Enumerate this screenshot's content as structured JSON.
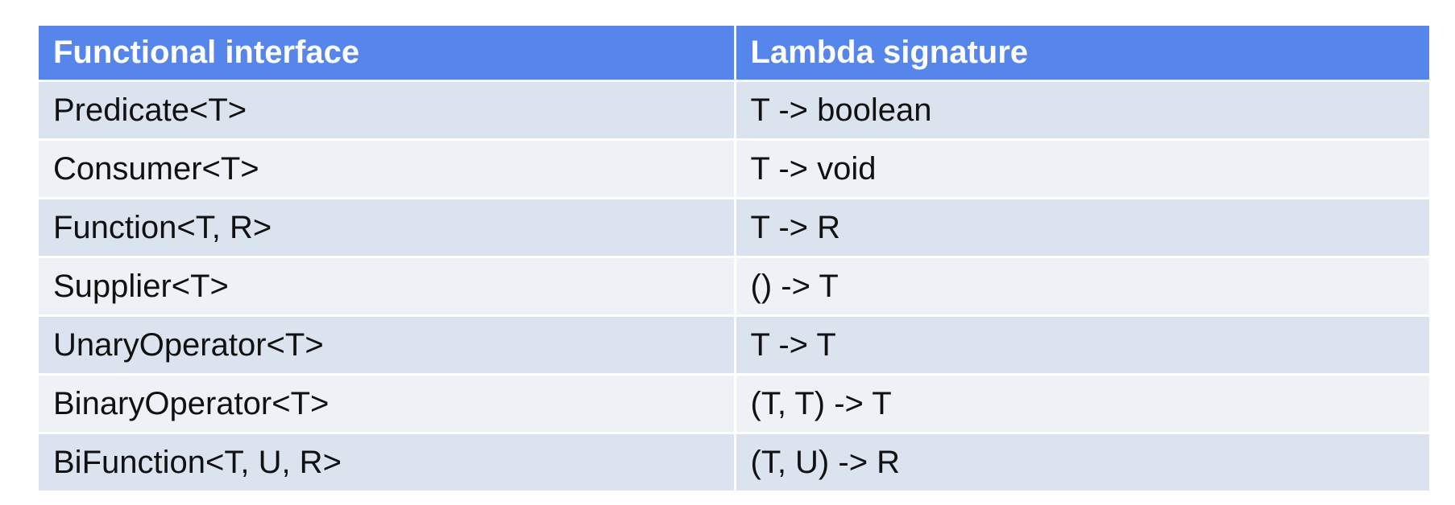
{
  "table": {
    "headers": [
      "Functional interface",
      "Lambda signature"
    ],
    "rows": [
      [
        "Predicate<T>",
        "T -> boolean"
      ],
      [
        "Consumer<T>",
        "T -> void"
      ],
      [
        "Function<T, R>",
        "T -> R"
      ],
      [
        "Supplier<T>",
        "() -> T"
      ],
      [
        "UnaryOperator<T>",
        "T -> T"
      ],
      [
        "BinaryOperator<T>",
        "(T, T) -> T"
      ],
      [
        "BiFunction<T, U, R>",
        "(T, U) -> R"
      ]
    ]
  },
  "colors": {
    "header_bg": "#5685eb",
    "header_text": "#ffffff",
    "row_odd_bg": "#dbe3ef",
    "row_even_bg": "#eef2f7",
    "cell_text": "#111111"
  }
}
